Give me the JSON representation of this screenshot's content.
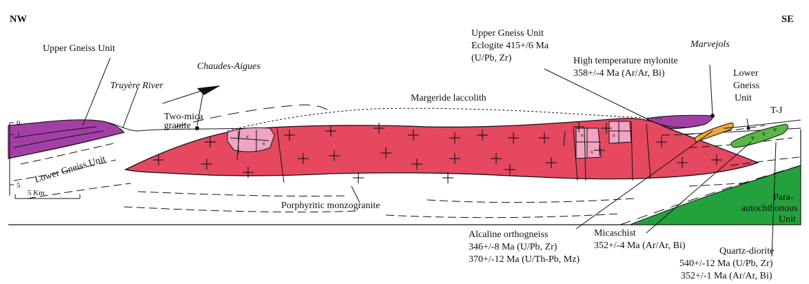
{
  "orientation": {
    "left": "NW",
    "right": "SE"
  },
  "colors": {
    "granite": "#e5485f",
    "upper_gneiss": "#a23fa5",
    "mica_granite": "#f2a3c3",
    "micaschist": "#f0a63a",
    "quartz_diorite": "#58b845",
    "para_autochthonous": "#22a13c"
  },
  "labels": {
    "upper_gneiss_left": "Upper Gneiss Unit",
    "truyere_river": "Truyère River",
    "chaudes_aigues": "Chaudes-Aigues",
    "two_mica_granite_1": "Two-mica",
    "two_mica_granite_2": "granite",
    "lower_gneiss_left": "Lower Gneiss Unit",
    "margeride": "Margeride laccolith",
    "porphyritic": "Porphyritic monzogranite",
    "upper_gneiss_right_1": "Upper Gneiss Unit",
    "upper_gneiss_right_2": "Eclogite 415+/6 Ma",
    "upper_gneiss_right_3": "(U/Pb, Zr)",
    "marvejols": "Marvejols",
    "mylonite_1": "High temperature mylonite",
    "mylonite_2": "358+/-4 Ma (Ar/Ar, Bi)",
    "lower_gneiss_right_1": "Lower",
    "lower_gneiss_right_2": "Gneiss",
    "lower_gneiss_right_3": "Unit",
    "tj": "T-J",
    "para_1": "Para-",
    "para_2": "autochthonous",
    "para_3": "Unit",
    "alcaline_1": "Alcaline orthogneiss",
    "alcaline_2": "346+/-8 Ma (U/Pb, Zr)",
    "alcaline_3": "370+/-12 Ma (U/Th-Pb, Mz)",
    "micaschist_1": "Micaschist",
    "micaschist_2": "352+/-4 Ma (Ar/Ar, Bi)",
    "quartz_1": "Quartz-diorite",
    "quartz_2": "540+/-12 Ma (U/Pb, Zr)",
    "quartz_3": "352+/-1 Ma (Ar/Ar, Bi)"
  },
  "scale": {
    "tick_0": "0",
    "tick_1": "1",
    "tick_5": "5",
    "bar_label": "5 Km"
  }
}
